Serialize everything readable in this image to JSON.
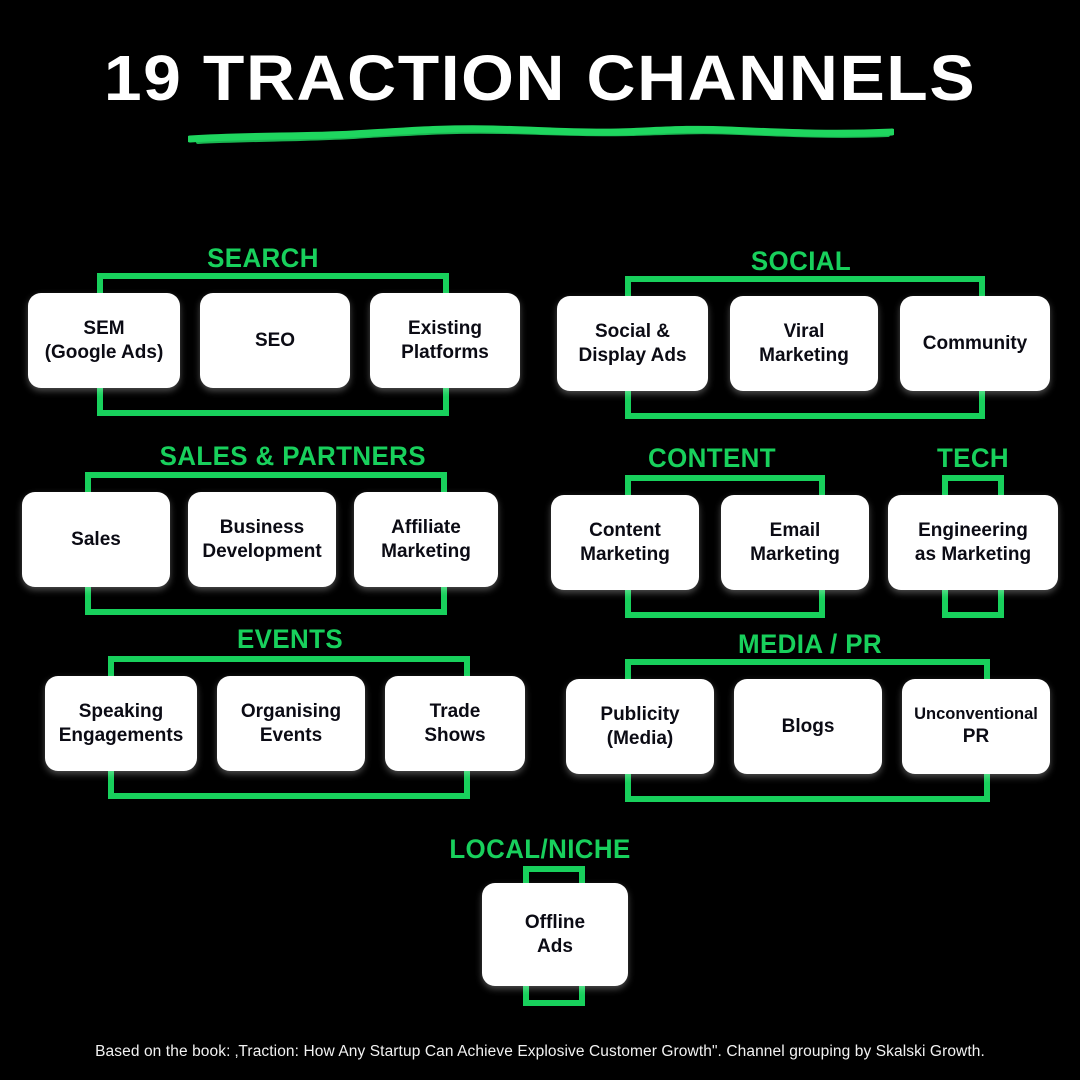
{
  "header": {
    "title": "19 TRACTION CHANNELS",
    "underline_color": "#1FD65F"
  },
  "theme": {
    "background": "#000000",
    "accent_green": "#18D05C",
    "box_background": "#FFFFFF",
    "box_text": "#0B0B14",
    "title_color": "#FFFFFF",
    "footer_color": "#F2F2F2"
  },
  "groups": [
    {
      "id": "search",
      "label": "SEARCH",
      "channels": [
        {
          "id": "sem",
          "lines": [
            "SEM",
            "(Google Ads)"
          ]
        },
        {
          "id": "seo",
          "lines": [
            "SEO"
          ]
        },
        {
          "id": "existing-platforms",
          "lines": [
            "Existing",
            "Platforms"
          ]
        }
      ]
    },
    {
      "id": "social",
      "label": "SOCIAL",
      "channels": [
        {
          "id": "social-display-ads",
          "lines": [
            "Social &",
            "Display Ads"
          ]
        },
        {
          "id": "viral-marketing",
          "lines": [
            "Viral",
            "Marketing"
          ]
        },
        {
          "id": "community",
          "lines": [
            "Community"
          ]
        }
      ]
    },
    {
      "id": "sales-partners",
      "label": "SALES & PARTNERS",
      "channels": [
        {
          "id": "sales",
          "lines": [
            "Sales"
          ]
        },
        {
          "id": "business-development",
          "lines": [
            "Business",
            "Development"
          ]
        },
        {
          "id": "affiliate-marketing",
          "lines": [
            "Affiliate",
            "Marketing"
          ]
        }
      ]
    },
    {
      "id": "content",
      "label": "CONTENT",
      "channels": [
        {
          "id": "content-marketing",
          "lines": [
            "Content",
            "Marketing"
          ]
        },
        {
          "id": "email-marketing",
          "lines": [
            "Email",
            "Marketing"
          ]
        }
      ]
    },
    {
      "id": "tech",
      "label": "TECH",
      "channels": [
        {
          "id": "engineering-as-marketing",
          "lines": [
            "Engineering",
            "as Marketing"
          ]
        }
      ]
    },
    {
      "id": "events",
      "label": "EVENTS",
      "channels": [
        {
          "id": "speaking-engagements",
          "lines": [
            "Speaking",
            "Engagements"
          ]
        },
        {
          "id": "organising-events",
          "lines": [
            "Organising",
            "Events"
          ]
        },
        {
          "id": "trade-shows",
          "lines": [
            "Trade",
            "Shows"
          ]
        }
      ]
    },
    {
      "id": "media-pr",
      "label": "MEDIA / PR",
      "channels": [
        {
          "id": "publicity-media",
          "lines": [
            "Publicity",
            "(Media)"
          ]
        },
        {
          "id": "blogs",
          "lines": [
            "Blogs"
          ]
        },
        {
          "id": "unconventional-pr",
          "lines": [
            "Unconventional",
            "PR"
          ],
          "small_first_line": true
        }
      ]
    },
    {
      "id": "local-niche",
      "label": "LOCAL/NICHE",
      "channels": [
        {
          "id": "offline-ads",
          "lines": [
            "Offline",
            "Ads"
          ]
        }
      ]
    }
  ],
  "footer": {
    "credit": "Based on the book: ‚Traction: How Any Startup Can Achieve Explosive Customer Growth\". Channel grouping by Skalski Growth."
  }
}
